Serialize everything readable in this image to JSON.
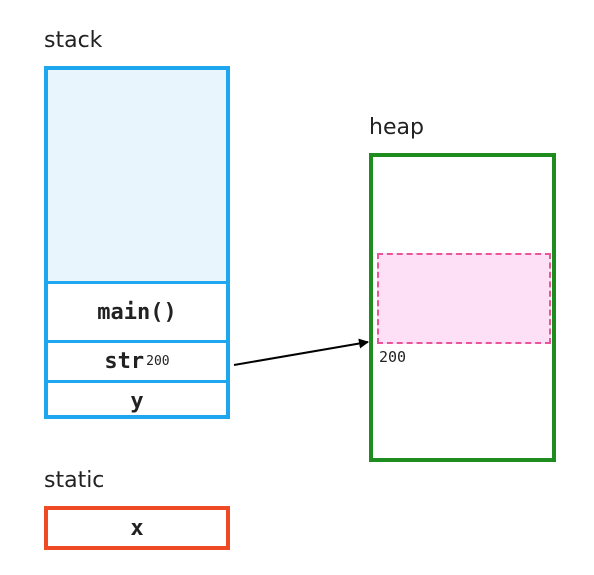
{
  "labels": {
    "stack": "stack",
    "heap": "heap",
    "static": "static"
  },
  "stack_frames": {
    "main": "main()",
    "str_name": "str",
    "str_sub": "200",
    "y": "y"
  },
  "heap": {
    "address": "200"
  },
  "static_vars": {
    "x": "x"
  },
  "colors": {
    "stack": "#1ea6ee",
    "stack_free": "#e9f5fc",
    "heap": "#1e8c1e",
    "heap_block_fill": "#fde0f5",
    "heap_block_border": "#e8559a",
    "static": "#ef4a26",
    "arrow": "#000000"
  }
}
